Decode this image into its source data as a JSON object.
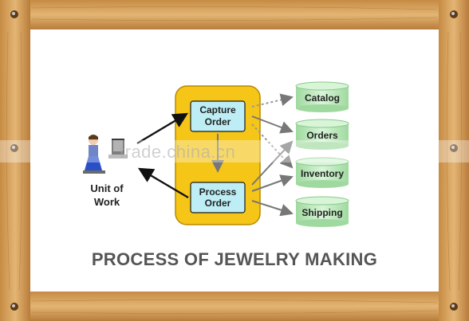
{
  "diagram": {
    "actor_label_1": "Unit of",
    "actor_label_2": "Work",
    "processes": [
      {
        "line1": "Capture",
        "line2": "Order"
      },
      {
        "line1": "Process",
        "line2": "Order"
      }
    ],
    "datastores": [
      "Catalog",
      "Orders",
      "Inventory",
      "Shipping"
    ]
  },
  "caption": "PROCESS OF JEWELRY MAKING",
  "watermark": "trade.china.cn",
  "colors": {
    "frame_wood": "#d9a55f",
    "container_fill": "#f5c518",
    "process_fill": "#bdeef5",
    "datastore_fill": "#b8e6b8"
  }
}
